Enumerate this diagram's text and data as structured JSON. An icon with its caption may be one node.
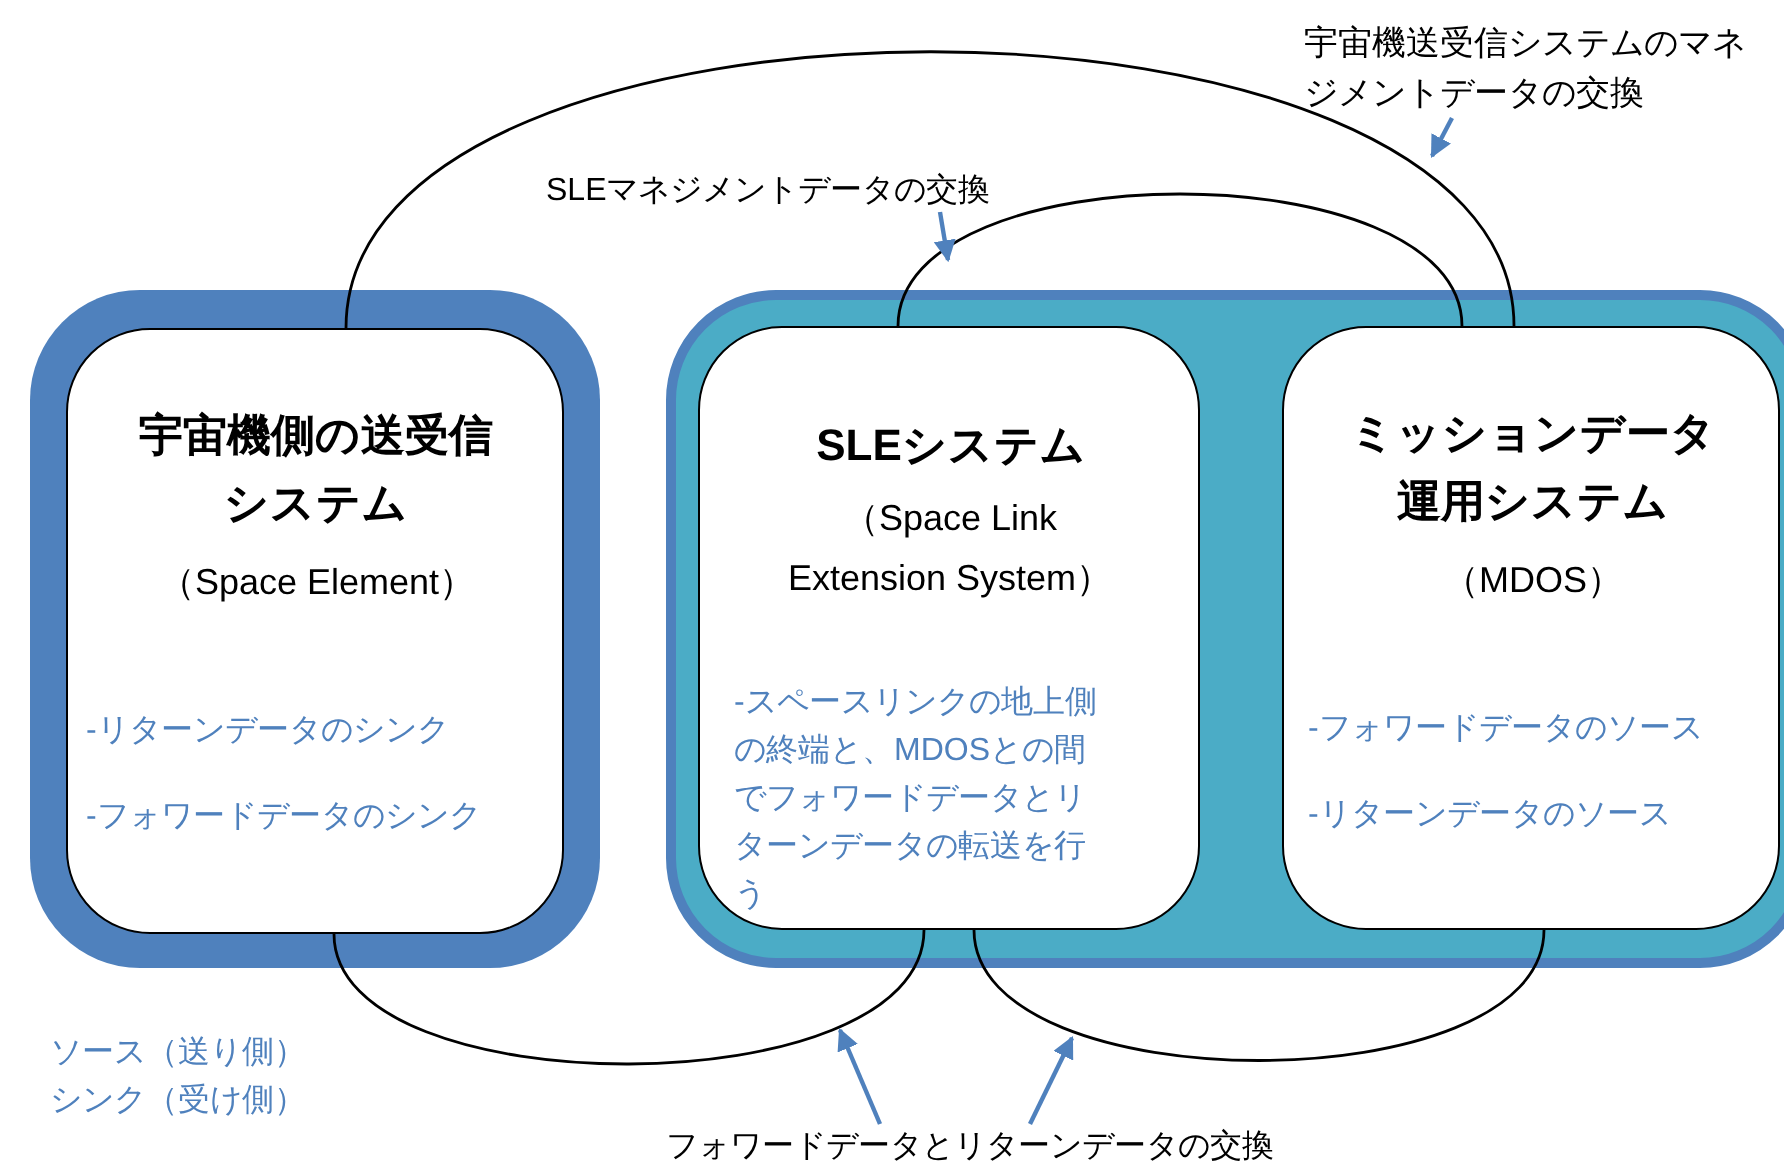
{
  "diagram": {
    "nodes": [
      {
        "text": [],
        "shape": "box"
      },
      {
        "text": [
          "宇宙機側の送受信システム",
          "（Space Element）",
          "-リターンデータのシンク",
          "-フォワードデータのシンク"
        ],
        "in": 0
      },
      {
        "text": [],
        "shape": "box"
      },
      {
        "text": [
          "SLEシステム",
          "（Space Link Extension System）",
          "-スペースリンクの地上側の終端と、MDOSとの間でフォワードデータとリターンデータの転送を行う"
        ],
        "in": 2
      },
      {
        "text": [
          "ミッションデータ運用システム",
          "（MDOS）",
          "-フォワードデータのソース",
          "-リターンデータのソース"
        ],
        "in": 2
      },
      {
        "text": [
          "宇宙機送受信システムのマネジメントデータの交換"
        ]
      },
      {
        "text": [
          "SLEマネジメントデータの交換"
        ]
      },
      {
        "text": [
          "フォワードデータとリターンデータの交換"
        ]
      }
    ],
    "edges": [
      {
        "from": 1,
        "to": 4,
        "arrow": "none"
      },
      {
        "from": 3,
        "to": 4,
        "arrow": "none"
      },
      {
        "from": 1,
        "to": 3,
        "arrow": "none"
      },
      {
        "from": 3,
        "to": 4,
        "arrow": "none"
      },
      {
        "from": 5,
        "to": null,
        "arrow": "to",
        "color": "#4f81bd"
      },
      {
        "from": 6,
        "to": null,
        "arrow": "to",
        "color": "#4f81bd"
      },
      {
        "from": 7,
        "to": null,
        "arrow": "to",
        "color": "#4f81bd"
      },
      {
        "from": 7,
        "to": null,
        "arrow": "to",
        "color": "#4f81bd"
      }
    ],
    "labels": [
      "ソース（送り側）",
      "シンク（受け側）"
    ]
  }
}
